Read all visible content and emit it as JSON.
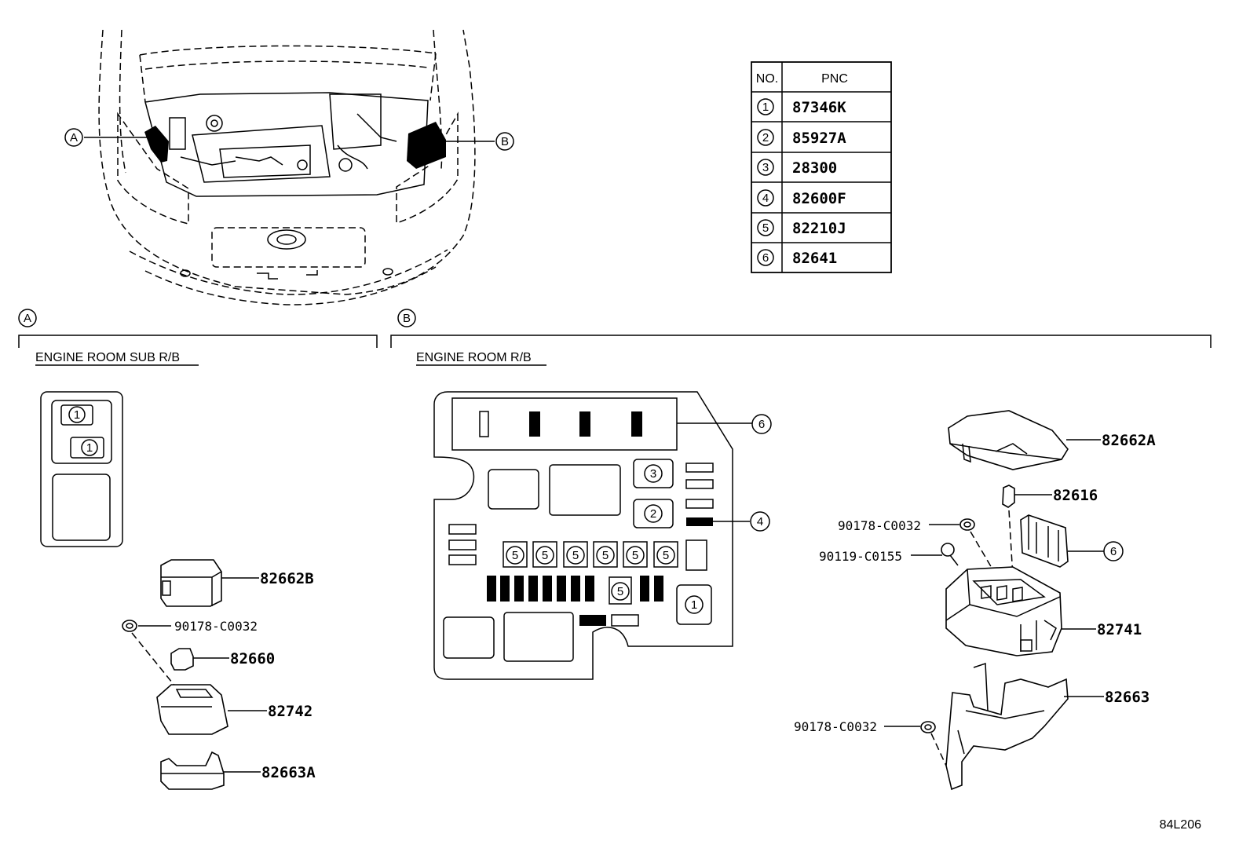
{
  "pnc_table": {
    "col_no": "NO.",
    "col_pnc": "PNC",
    "rows": [
      {
        "no": "1",
        "pnc": "87346K"
      },
      {
        "no": "2",
        "pnc": "85927A"
      },
      {
        "no": "3",
        "pnc": "28300"
      },
      {
        "no": "4",
        "pnc": "82600F"
      },
      {
        "no": "5",
        "pnc": "82210J"
      },
      {
        "no": "6",
        "pnc": "82641"
      }
    ]
  },
  "markers": {
    "a": "A",
    "b": "B"
  },
  "section_a": {
    "title": "ENGINE ROOM SUB R/B",
    "fuse_marks": [
      "1",
      "1"
    ],
    "parts": [
      "82662B",
      "90178-C0032",
      "82660",
      "82742",
      "82663A"
    ]
  },
  "section_b": {
    "title": "ENGINE ROOM R/B",
    "layout_marks": [
      "3",
      "2",
      "5",
      "5",
      "5",
      "5",
      "5",
      "5",
      "5",
      "1"
    ],
    "callouts": [
      "6",
      "4"
    ],
    "parts": [
      "82662A",
      "82616",
      "90178-C0032",
      "90119-C0155",
      "6",
      "82741",
      "82663",
      "90178-C0032"
    ]
  },
  "figure_id": "84L206"
}
